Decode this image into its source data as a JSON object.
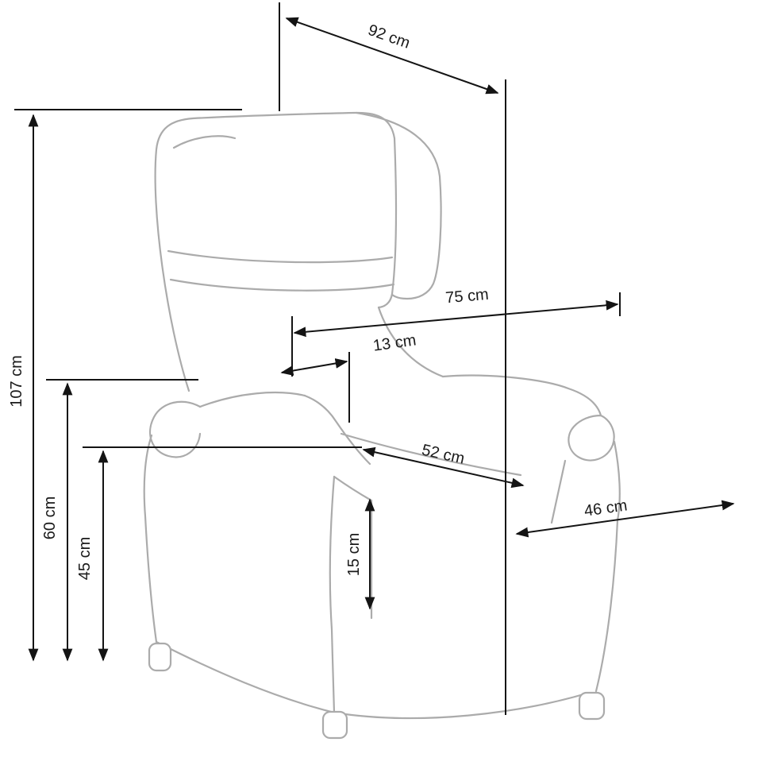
{
  "diagram": {
    "subject": "Wingback recliner armchair technical dimension drawing",
    "unit": "cm",
    "colors": {
      "dimension_lines": "#141414",
      "chair_outline": "#ababab",
      "background": "#ffffff"
    },
    "labels": {
      "diagonal_92": "92 cm",
      "height_107": "107 cm",
      "height_60": "60 cm",
      "height_45": "45 cm",
      "width_75": "75 cm",
      "width_13": "13 cm",
      "depth_52": "52 cm",
      "width_46": "46 cm",
      "height_15": "15 cm"
    }
  }
}
